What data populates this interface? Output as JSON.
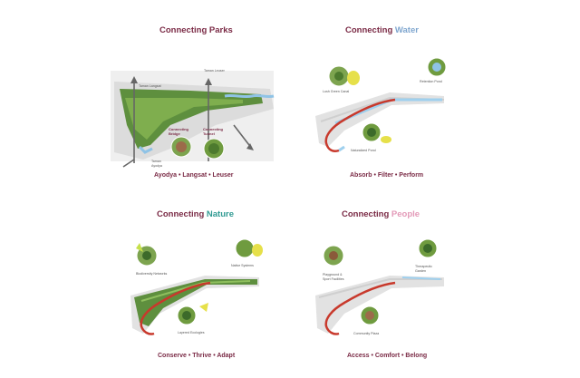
{
  "panels": {
    "parks": {
      "title_main": "Connecting",
      "title_accent": "Parks",
      "accent_color": "#7a2a45",
      "caption": "Ayodya • Langsat • Leuser",
      "labels": {
        "taman_leuser": "Taman Leuser",
        "taman_langsat": "Taman Langsat",
        "connecting_bridge": "Connecting Bridge",
        "connecting_tunnel": "Connecting Tunnel",
        "taman_ayodya": "Taman Ayodya"
      }
    },
    "water": {
      "title_main": "Connecting",
      "title_accent": "Water",
      "accent_color": "#7fa6cf",
      "caption": "Absorb • Filter • Perform",
      "labels": {
        "lush_green_canal": "Lush Green Canal",
        "retention_pond": "Retention Pond",
        "naturalized_pond": "Naturalized Pond"
      }
    },
    "nature": {
      "title_main": "Connecting",
      "title_accent": "Nature",
      "accent_color": "#2f9a92",
      "caption": "Conserve • Thrive • Adapt",
      "labels": {
        "biodiversity_networks": "Biodiversity Networks",
        "native_systems": "Native Systems",
        "layered_ecologies": "Layered Ecologies"
      }
    },
    "people": {
      "title_main": "Connecting",
      "title_accent": "People",
      "accent_color": "#e39ab8",
      "caption": "Access • Comfort • Belong",
      "labels": {
        "playground_sport": "Playground & Sport Facilities",
        "therapeutic_garden": "Therapeutic Garden",
        "community_plaza": "Community Plaza"
      }
    }
  },
  "colors": {
    "title": "#7a2a45",
    "path_red": "#c8392c",
    "green": "#4f8a3a",
    "water_blue": "#8fc3e6",
    "grey_base": "#d8d8d8"
  }
}
